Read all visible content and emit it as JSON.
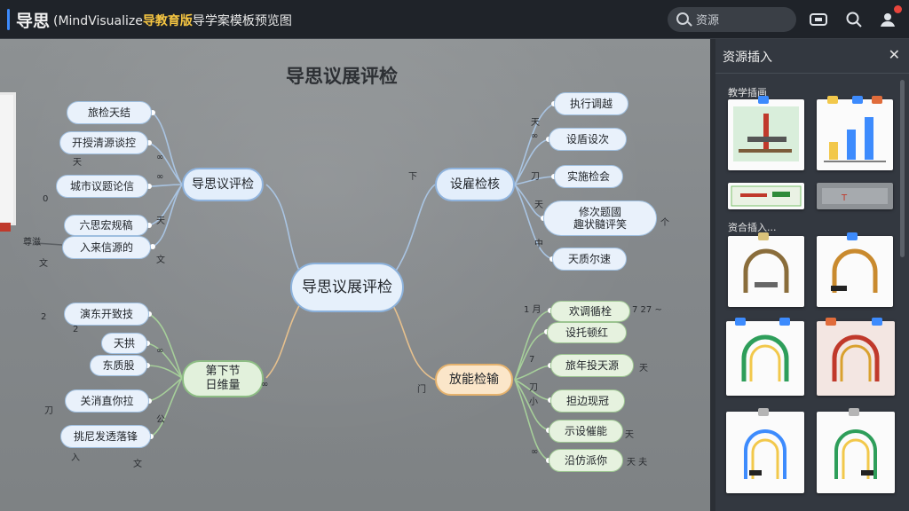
{
  "topbar": {
    "app_title": "导思",
    "doc_title_prefix": "(MindVisualize",
    "doc_title_highlight": "导教育版",
    "doc_title_suffix": "导学案模板预览图",
    "search_placeholder": "资源"
  },
  "map": {
    "title": "导思议展评检",
    "center": "导思议展评检",
    "branches": [
      {
        "label": "导思议评检",
        "color": "blue",
        "leaves": [
          "旅检天结",
          "开授清源谈控",
          "城市议题论信",
          "六思宏规稿",
          "入来信源的"
        ]
      },
      {
        "label": "设雇检核",
        "color": "blue",
        "leaves": [
          "执行调越",
          "设盾设次",
          "实施检会",
          "修次题國\n趣状髓评笑",
          "天质尔速"
        ]
      },
      {
        "label": "第下节\n日维量",
        "color": "green",
        "leaves": [
          "演东开致技",
          "天拱",
          "东质股",
          "关消直你拉",
          "挑尼发透落锋"
        ]
      },
      {
        "label": "放能检输",
        "color": "orange",
        "leaves": [
          "欢调循栓",
          "设托顿红",
          "旅年投天源",
          "担边现冠",
          "示设催能",
          "沿仿派你"
        ]
      }
    ],
    "notes": [
      "尊滋",
      "文",
      "0",
      "2",
      "天",
      "入",
      "2",
      "刀",
      "∞",
      "天",
      "文",
      "∞",
      "文",
      "∞",
      "公",
      "∞",
      "天",
      "刀",
      "中",
      "下",
      "7",
      "7 27 ~",
      "1 月",
      "门",
      "刀",
      "天",
      "天 夫",
      "个",
      "∞",
      "∞",
      "天",
      "天",
      "小"
    ]
  },
  "panel": {
    "title": "资源插入",
    "section1": "教学插画",
    "section2": "资合插入...",
    "close_icon": "close-icon"
  }
}
